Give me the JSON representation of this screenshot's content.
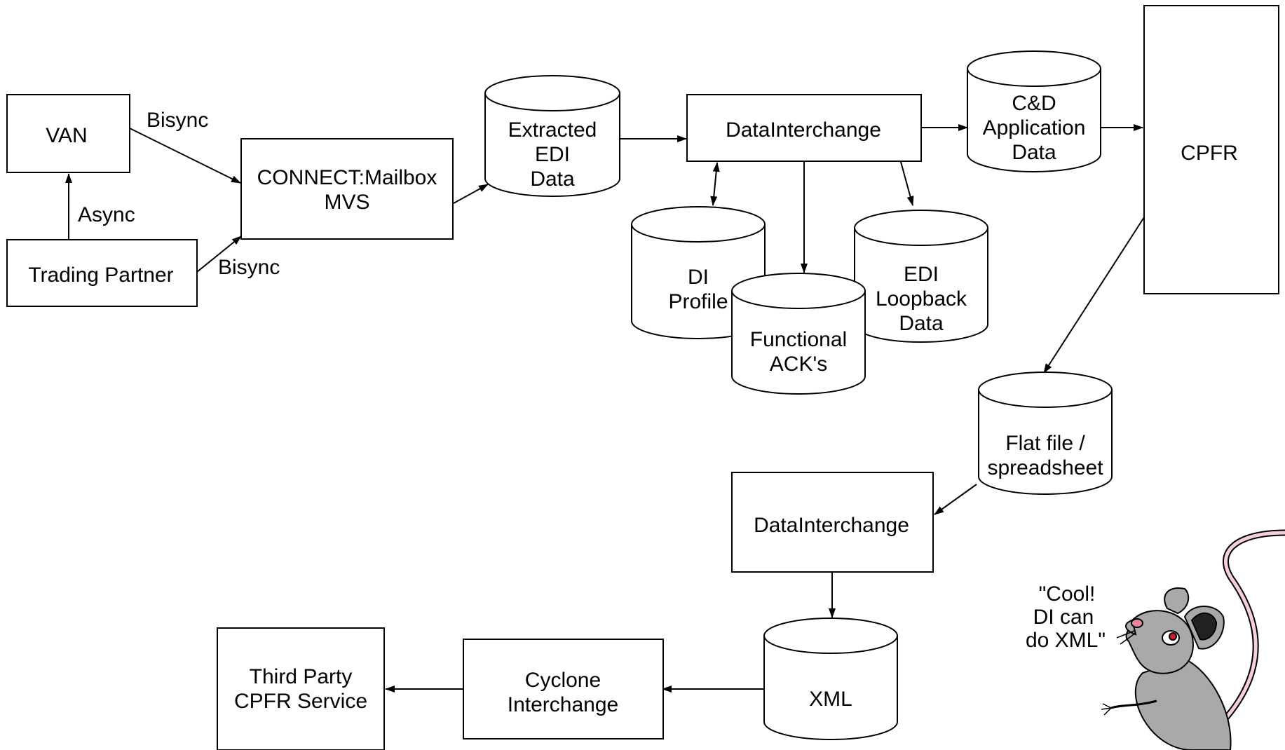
{
  "nodes": {
    "van": {
      "lines": [
        "VAN"
      ]
    },
    "trading_partner": {
      "lines": [
        "Trading Partner"
      ]
    },
    "connect_mailbox": {
      "lines": [
        "CONNECT:Mailbox",
        "MVS"
      ]
    },
    "extracted_edi": {
      "lines": [
        "Extracted",
        "EDI",
        "Data"
      ]
    },
    "datainterchange_top": {
      "lines": [
        "DataInterchange"
      ]
    },
    "cd_app_data": {
      "lines": [
        "C&D",
        "Application",
        "Data"
      ]
    },
    "cpfr": {
      "lines": [
        "CPFR"
      ]
    },
    "di_profile": {
      "lines": [
        "DI",
        "Profile"
      ]
    },
    "functional_acks": {
      "lines": [
        "Functional",
        "ACK's"
      ]
    },
    "edi_loopback": {
      "lines": [
        "EDI",
        "Loopback",
        "Data"
      ]
    },
    "flat_file": {
      "lines": [
        "Flat file /",
        "spreadsheet"
      ]
    },
    "datainterchange_bottom": {
      "lines": [
        "DataInterchange"
      ]
    },
    "xml": {
      "lines": [
        "XML"
      ]
    },
    "cyclone": {
      "lines": [
        "Cyclone",
        "Interchange"
      ]
    },
    "third_party": {
      "lines": [
        "Third Party",
        "CPFR Service"
      ]
    }
  },
  "edge_labels": {
    "bisync_top": "Bisync",
    "async": "Async",
    "bisync_bottom": "Bisync"
  },
  "mouse": {
    "quote_lines": [
      "\"Cool!",
      "DI can",
      "do XML\""
    ]
  }
}
